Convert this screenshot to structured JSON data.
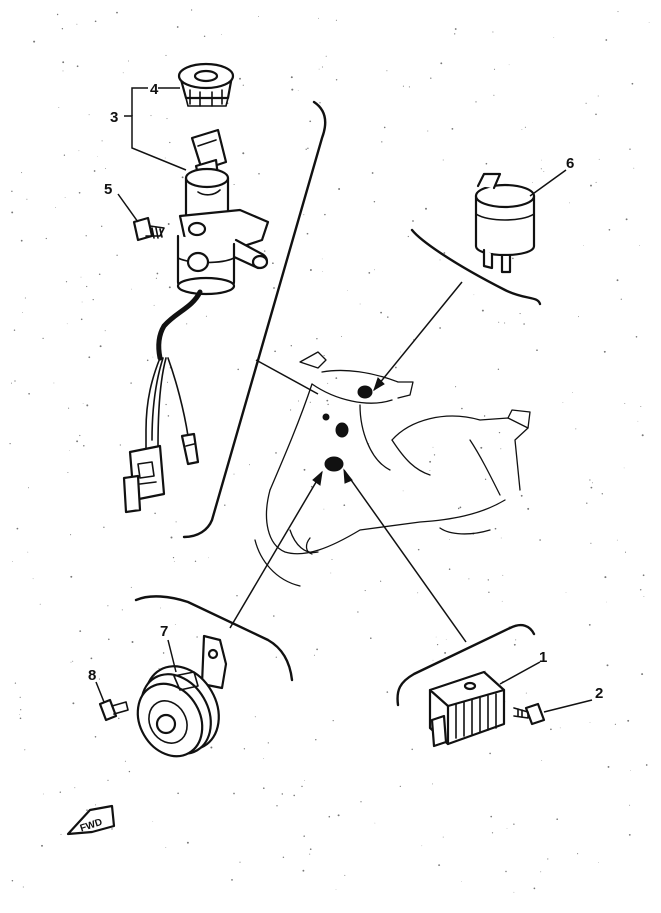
{
  "callouts": {
    "regulator": "1",
    "regulator_bolt": "2",
    "main_switch_assy": "3",
    "switch_cap": "4",
    "switch_screw": "5",
    "flasher_relay": "6",
    "horn": "7",
    "horn_bolt": "8"
  },
  "front_indicator": "FWD"
}
